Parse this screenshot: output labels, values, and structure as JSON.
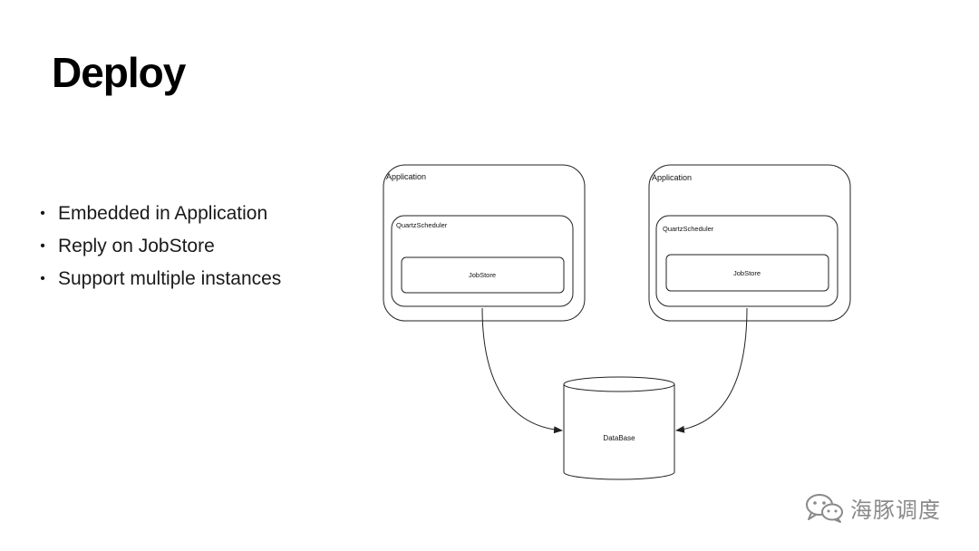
{
  "slide": {
    "title": "Deploy",
    "bullets": [
      "Embedded in Application",
      "Reply on JobStore",
      "Support multiple instances"
    ]
  },
  "diagram": {
    "nodes": {
      "app1": {
        "label": "Application",
        "scheduler": "QuartzScheduler",
        "store": "JobStore"
      },
      "app2": {
        "label": "Application",
        "scheduler": "QuartzScheduler",
        "store": "JobStore"
      },
      "database": {
        "label": "DataBase"
      }
    },
    "edges": [
      {
        "from": "app1.store",
        "to": "database"
      },
      {
        "from": "app2.store",
        "to": "database"
      }
    ]
  },
  "watermark": {
    "text": "海豚调度",
    "icon": "wechat-icon"
  },
  "colors": {
    "background": "#ffffff",
    "line": "#222222",
    "title": "#000000",
    "watermark": "#8a8a8a"
  }
}
